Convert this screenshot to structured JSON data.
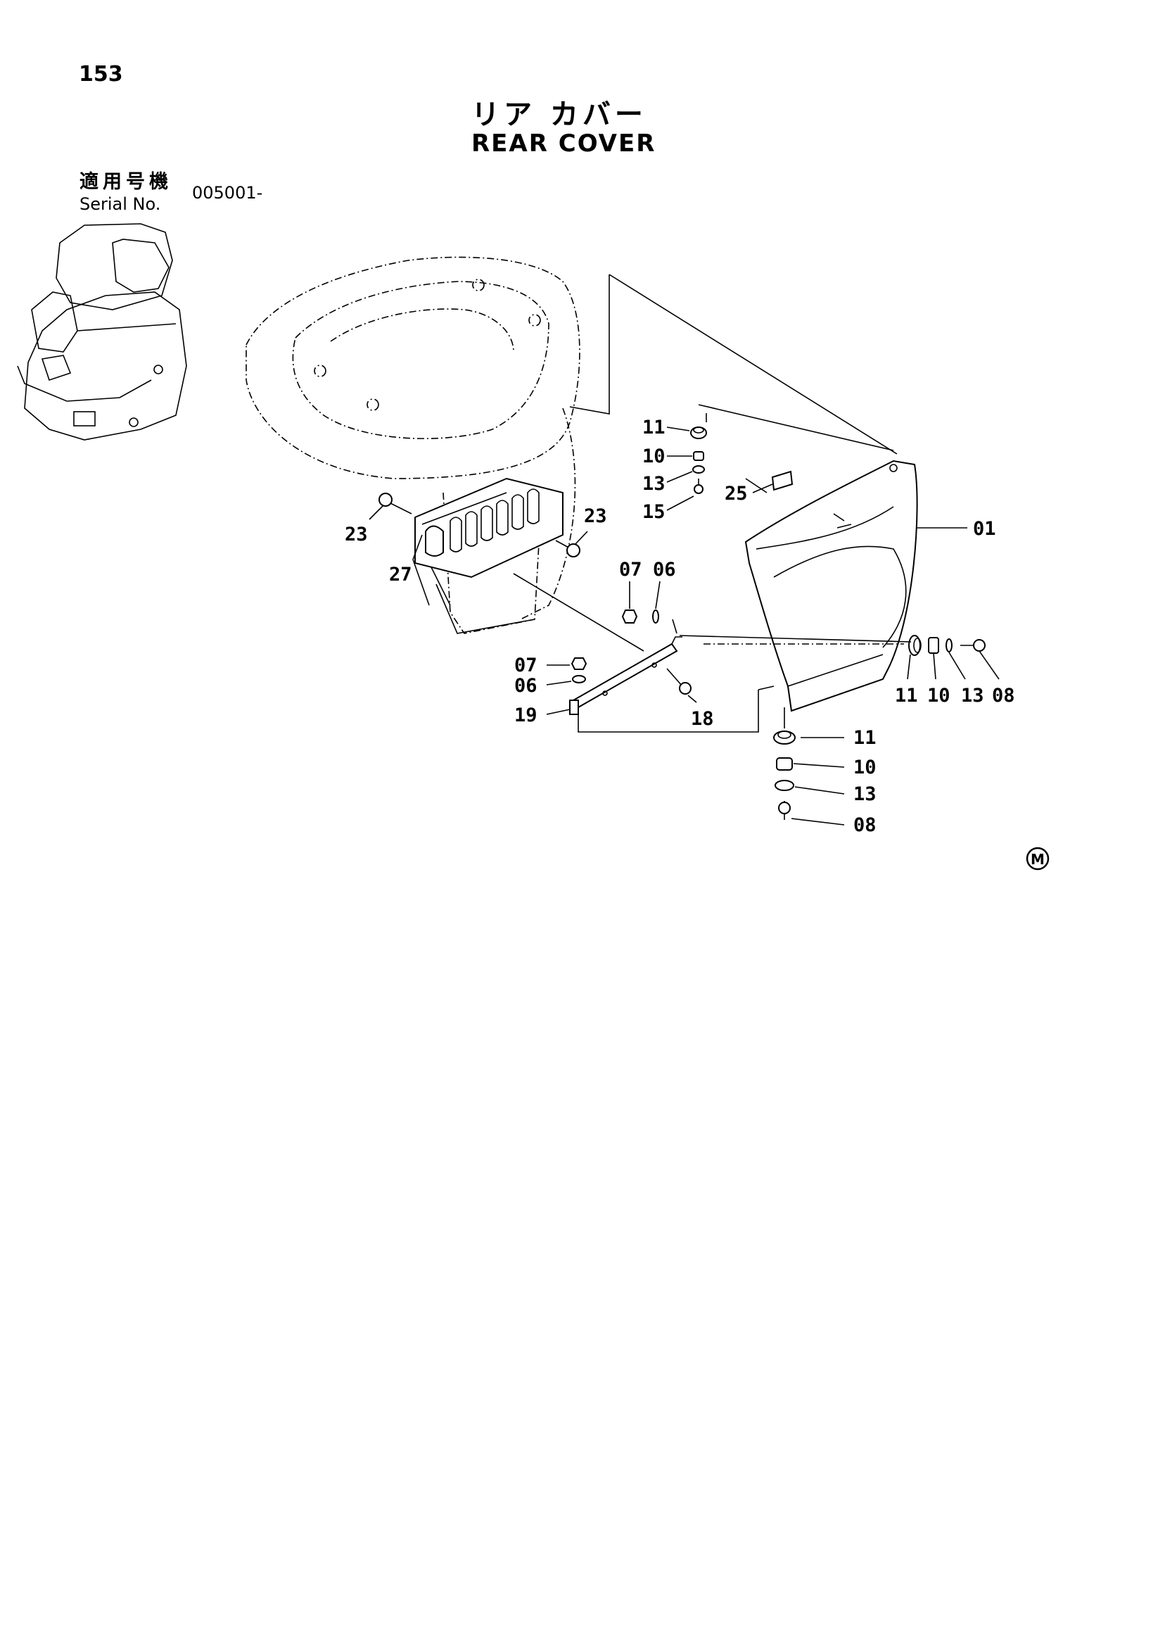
{
  "header": {
    "page_number": "153",
    "title_jp": "リア カバー",
    "title_en": "REAR COVER",
    "serial_label_jp": "適用号機",
    "serial_label_en": "Serial No.",
    "serial_value": "005001-"
  },
  "callouts": {
    "p01": "01",
    "p11a": "11",
    "p10a": "10",
    "p13a": "13",
    "p15": "15",
    "p25": "25",
    "p23a": "23",
    "p23b": "23",
    "p27": "27",
    "p07a": "07",
    "p06a": "06",
    "p07b": "07",
    "p06b": "06",
    "p19": "19",
    "p18": "18",
    "p11b": "11",
    "p10b": "10",
    "p13b": "13",
    "p08b": "08",
    "p11c": "11",
    "p10c": "10",
    "p13c": "13",
    "p08c": "08"
  },
  "mark": "M"
}
